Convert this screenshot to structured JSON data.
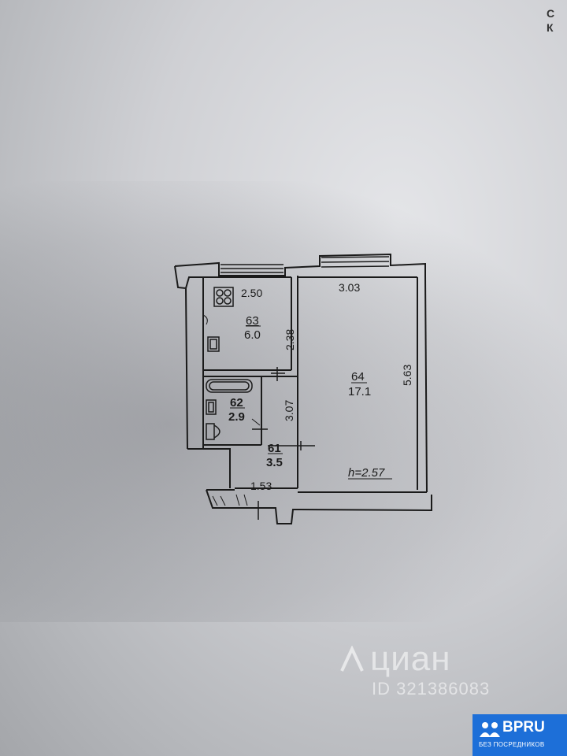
{
  "plan": {
    "rooms": [
      {
        "id": "room-63",
        "number": "63",
        "area": "6.0"
      },
      {
        "id": "room-62",
        "number": "62",
        "area": "2.9"
      },
      {
        "id": "room-61",
        "number": "61",
        "area": "3.5"
      },
      {
        "id": "room-64",
        "number": "64",
        "area": "17.1"
      }
    ],
    "dimensions": {
      "kitchen_width": "2.50",
      "kitchen_depth": "2.38",
      "room_width": "3.03",
      "room_depth": "5.63",
      "hall_depth": "3.07",
      "entrance_width": "1.53"
    },
    "ceiling_height": "h=2.57"
  },
  "corner_text": {
    "line1": "С",
    "line2": "К"
  },
  "watermark": {
    "brand": "циан",
    "id_text": "ID 321386083"
  },
  "logo": {
    "title": "BPRU",
    "subtitle": "БЕЗ ПОСРЕДНИКОВ",
    "color": "#1d6fd8"
  }
}
